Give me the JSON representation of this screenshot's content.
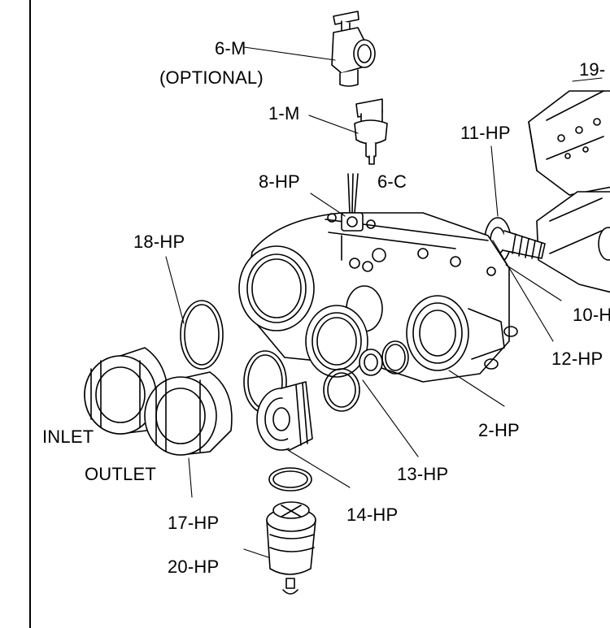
{
  "labels": {
    "p6m": "6-M",
    "optional": "(OPTIONAL)",
    "p1m": "1-M",
    "p8hp": "8-HP",
    "p6c": "6-C",
    "p11hp": "11-HP",
    "p19": "19-",
    "p18hp": "18-HP",
    "p10h": "10-H",
    "p12hp": "12-HP",
    "inlet": "INLET",
    "outlet": "OUTLET",
    "p2hp": "2-HP",
    "p13hp": "13-HP",
    "p14hp": "14-HP",
    "p17hp": "17-HP",
    "p20hp": "20-HP"
  },
  "colors": {
    "line": "#000000",
    "background": "#ffffff",
    "shade": "#e6e6e6"
  }
}
